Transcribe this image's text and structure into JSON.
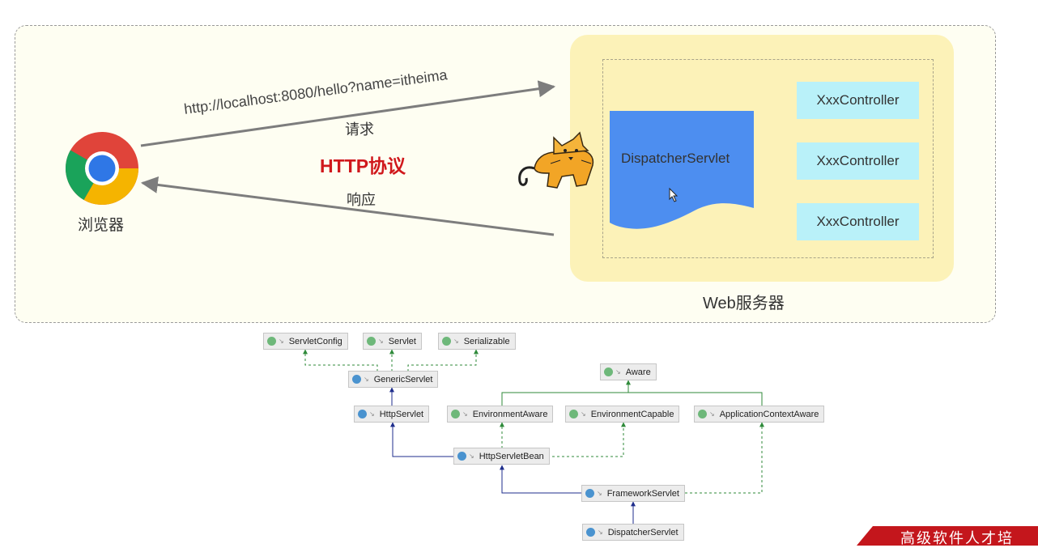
{
  "diagram": {
    "browser_label": "浏览器",
    "url": "http://localhost:8080/hello?name=itheima",
    "request_label": "请求",
    "response_label": "响应",
    "protocol_label": "HTTP协议",
    "server_label": "Web服务器",
    "dispatcher_label": "DispatcherServlet",
    "controllers": [
      "XxxController",
      "XxxController",
      "XxxController"
    ]
  },
  "class_hierarchy": {
    "nodes": {
      "servletconfig": {
        "kind": "I",
        "label": "ServletConfig"
      },
      "servlet": {
        "kind": "I",
        "label": "Servlet"
      },
      "serializable": {
        "kind": "I",
        "label": "Serializable"
      },
      "genericservlet": {
        "kind": "C",
        "label": "GenericServlet"
      },
      "httpservlet": {
        "kind": "C",
        "label": "HttpServlet"
      },
      "aware": {
        "kind": "I",
        "label": "Aware"
      },
      "environmentaware": {
        "kind": "I",
        "label": "EnvironmentAware"
      },
      "environmentcapable": {
        "kind": "I",
        "label": "EnvironmentCapable"
      },
      "applicationcontextaware": {
        "kind": "I",
        "label": "ApplicationContextAware"
      },
      "httpservletbean": {
        "kind": "C",
        "label": "HttpServletBean"
      },
      "frameworkservlet": {
        "kind": "C",
        "label": "FrameworkServlet"
      },
      "dispatcherservlet": {
        "kind": "C",
        "label": "DispatcherServlet"
      }
    }
  },
  "banner": {
    "text": "高级软件人才培"
  },
  "colors": {
    "protocol": "#d0181c",
    "dispatcher_fill": "#4d8ef0",
    "controller_fill": "#b9f1f9",
    "server_fill": "#fcf2b8",
    "extends_arrow": "#1f2e8c",
    "implements_arrow": "#2f8a3a",
    "banner": "#c4161c"
  }
}
